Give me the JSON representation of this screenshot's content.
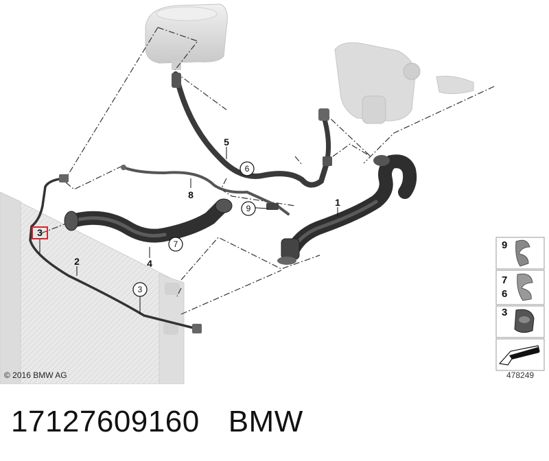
{
  "part_labels": {
    "p1": "1",
    "p2": "2",
    "p3": "3",
    "p4": "4",
    "p5": "5",
    "p8": "8"
  },
  "callouts": {
    "c3": "3",
    "c6": "6",
    "c7": "7",
    "c9": "9"
  },
  "highlighted_label": "3",
  "legend": [
    {
      "labels": [
        "9"
      ]
    },
    {
      "labels": [
        "7",
        "6"
      ]
    },
    {
      "labels": [
        "3"
      ]
    }
  ],
  "copyright": "© 2016 BMW AG",
  "reference_number": "478249",
  "caption": {
    "part_number": "17127609160",
    "brand": "BMW"
  },
  "colors": {
    "highlight": "#d9232e",
    "hose": "#3a3a3a",
    "component": "#d8d8d8"
  }
}
